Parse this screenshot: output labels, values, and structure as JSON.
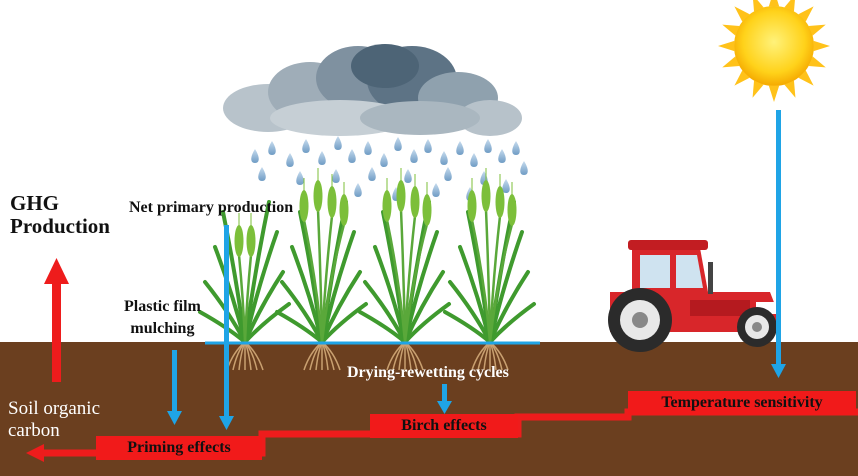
{
  "labels": {
    "ghg_line1": "GHG",
    "ghg_line2": "Production",
    "npp": "Net primary production",
    "plastic_line1": "Plastic film",
    "plastic_line2": "mulching",
    "drying": "Drying-rewetting cycles",
    "soc_line1": "Soil organic",
    "soc_line2": "carbon"
  },
  "effects": {
    "priming": "Priming effects",
    "birch": "Birch effects",
    "temperature": "Temperature sensitivity"
  },
  "colors": {
    "soil": "#6b3f1f",
    "effect_box": "#f11a1a",
    "arrow_blue": "#1fa4e6",
    "arrow_red": "#ee1c1c",
    "tractor": "#d8262a",
    "sun": "#ffd21a"
  },
  "icons": [
    "cloud-icon",
    "rain-icon",
    "sun-icon",
    "wheat-plant-icon",
    "tractor-icon"
  ]
}
